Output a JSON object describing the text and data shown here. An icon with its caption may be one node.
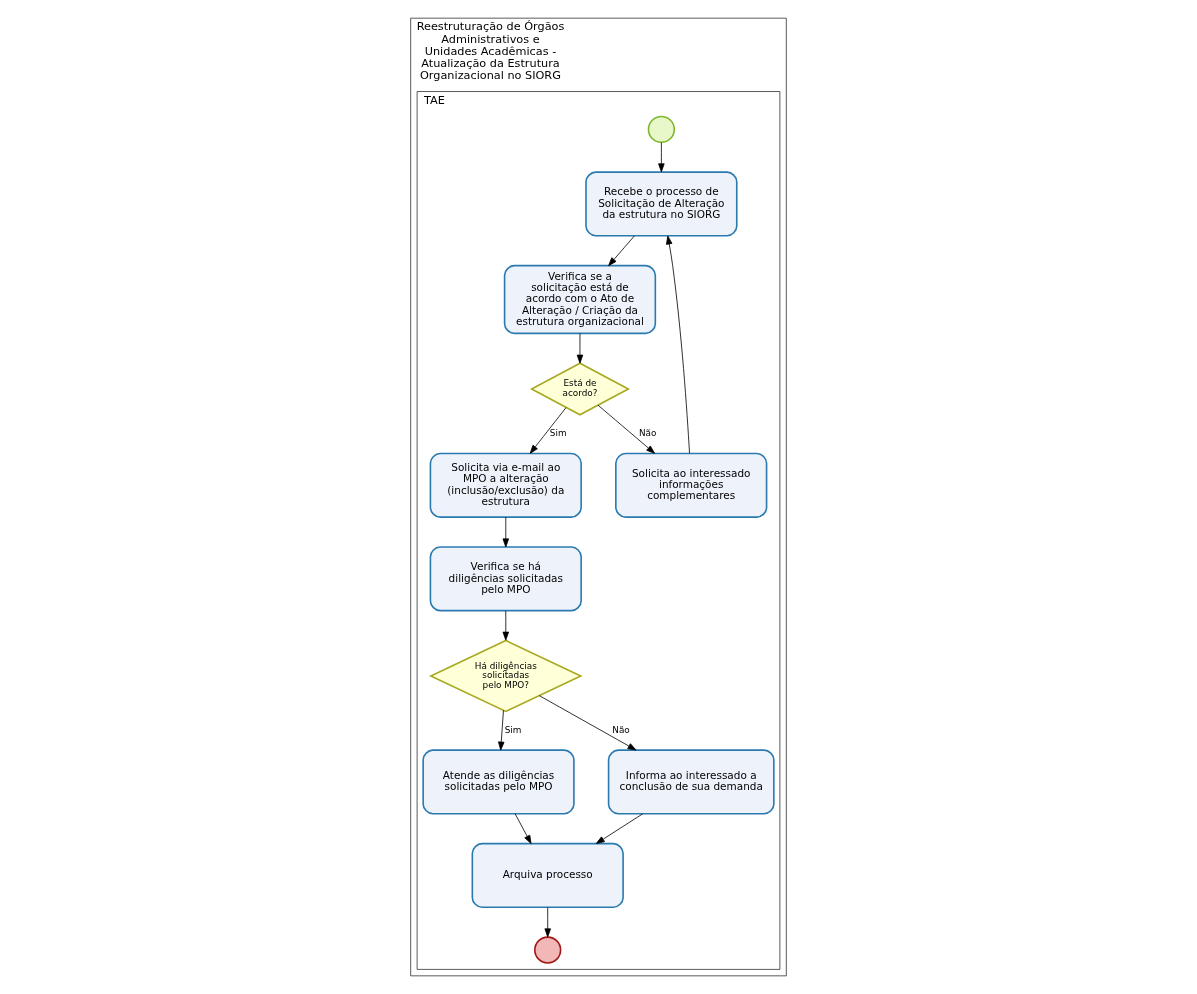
{
  "diagram": {
    "nodes": [
      {
        "text": [
          "Reestruturação de Órgãos Administrativos e Unidades Acadêmicas - Atualização da Estrutura Organizacional no SIORG"
        ]
      },
      {
        "text": [
          "TAE"
        ],
        "in": 0
      },
      {
        "text": [],
        "shape": "circle",
        "in": 1
      },
      {
        "text": [
          "Recebe o processo de Solicitação de Alteração da estrutura no SIORG"
        ],
        "in": 1
      },
      {
        "text": [
          "Verifica se a solicitação está de acordo com o Ato de Alteração / Criação da estrutura organizacional"
        ],
        "in": 1
      },
      {
        "text": [
          "Está de acordo?"
        ],
        "in": 1
      },
      {
        "text": [
          "Solicita ao interessado informações complementares"
        ],
        "in": 1
      },
      {
        "text": [
          "Solicita via e-mail ao MPO a alteração (inclusão/exclusão) da estrutura"
        ],
        "in": 1
      },
      {
        "text": [
          "Verifica se há diligências solicitadas pelo MPO"
        ],
        "in": 1
      },
      {
        "text": [
          "Há diligências solicitadas pelo MPO?"
        ],
        "in": 1
      },
      {
        "text": [
          "Atende as diligências solicitadas pelo MPO"
        ],
        "in": 1
      },
      {
        "text": [
          "Arquiva processo"
        ],
        "in": 1
      },
      {
        "text": [
          "Informa ao interessado a conclusão de sua demanda"
        ],
        "in": 1
      },
      {
        "text": [],
        "shape": "circle",
        "in": 1
      }
    ],
    "edges": [
      {
        "from": 2,
        "to": 3,
        "arrow": "to"
      },
      {
        "from": 3,
        "to": 4,
        "arrow": "to"
      },
      {
        "from": 4,
        "to": 5,
        "arrow": "to"
      },
      {
        "from": 5,
        "to": 6,
        "arrow": "to",
        "label": "Não"
      },
      {
        "from": 6,
        "to": 3,
        "arrow": "to"
      },
      {
        "from": 5,
        "to": 7,
        "arrow": "to",
        "label": "Sim"
      },
      {
        "from": 7,
        "to": 8,
        "arrow": "to"
      },
      {
        "from": 8,
        "to": 9,
        "arrow": "to"
      },
      {
        "from": 9,
        "to": 10,
        "arrow": "to",
        "label": "Sim"
      },
      {
        "from": 9,
        "to": 12,
        "arrow": "to",
        "label": "Não"
      },
      {
        "from": 10,
        "to": 11,
        "arrow": "to"
      },
      {
        "from": 12,
        "to": 11,
        "arrow": "to"
      },
      {
        "from": 11,
        "to": 13,
        "arrow": "to"
      }
    ]
  }
}
